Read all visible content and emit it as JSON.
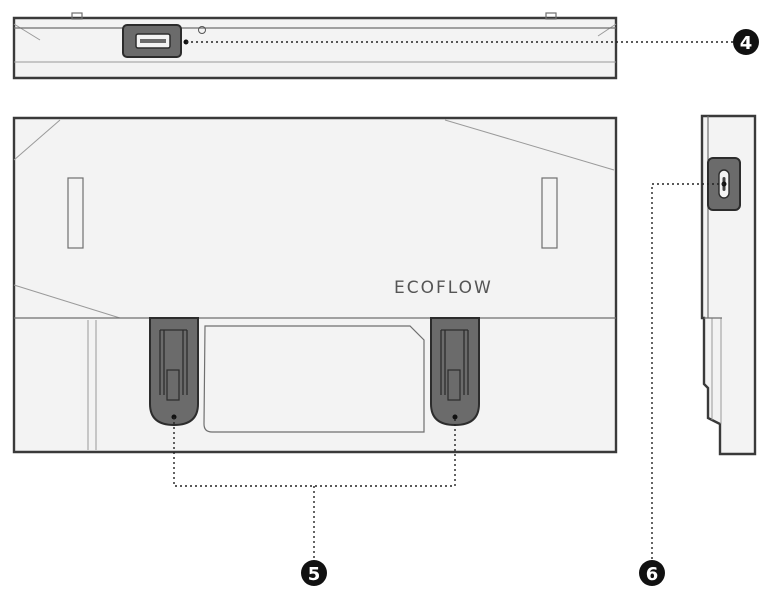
{
  "callouts": [
    {
      "number": "4"
    },
    {
      "number": "5"
    },
    {
      "number": "6"
    }
  ],
  "brand_logo": "ECOFLOW",
  "colors": {
    "outline": "#3a3a3a",
    "body": "#f3f3f3",
    "rubber_parts": "#6b6b6b",
    "badge": "#111111"
  }
}
